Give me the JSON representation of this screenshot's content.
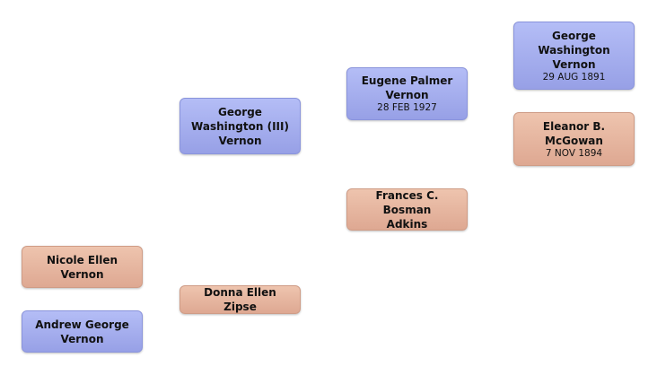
{
  "people": {
    "andrew": {
      "name": "Andrew George\nVernon",
      "date": ""
    },
    "nicole": {
      "name": "Nicole Ellen\nVernon",
      "date": ""
    },
    "george3": {
      "name": "George\nWashington (III)\nVernon",
      "date": ""
    },
    "donna": {
      "name": "Donna Ellen Zipse",
      "date": ""
    },
    "eugene": {
      "name": "Eugene Palmer\nVernon",
      "date": "28 FEB 1927"
    },
    "frances": {
      "name": "Frances C. Bosman\nAdkins",
      "date": ""
    },
    "george1": {
      "name": "George\nWashington\nVernon",
      "date": "29 AUG 1891"
    },
    "eleanor": {
      "name": "Eleanor B.\nMcGowan",
      "date": "7 NOV 1894"
    }
  },
  "colors": {
    "male": "#a4adef",
    "female": "#e7b59f"
  }
}
